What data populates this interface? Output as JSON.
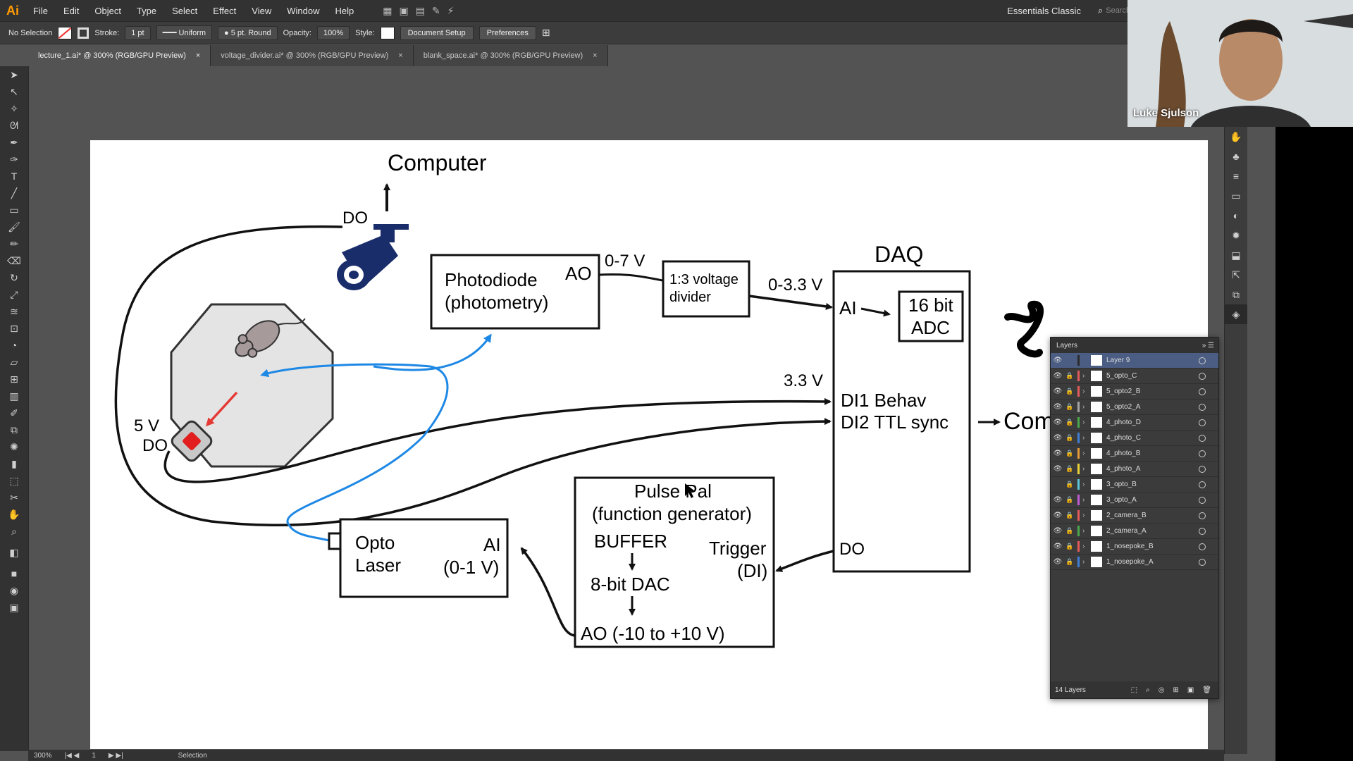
{
  "app": {
    "logo": "Ai"
  },
  "menu": [
    "File",
    "Edit",
    "Object",
    "Type",
    "Select",
    "Effect",
    "View",
    "Window",
    "Help"
  ],
  "workspace": {
    "name": "Essentials Classic",
    "search_placeholder": "Search Ad"
  },
  "control_bar": {
    "selection": "No Selection",
    "stroke_label": "Stroke:",
    "stroke_value": "1 pt",
    "profile": "Uniform",
    "brush": "5 pt. Round",
    "opacity_label": "Opacity:",
    "opacity_value": "100%",
    "style_label": "Style:",
    "doc_setup": "Document Setup",
    "preferences": "Preferences"
  },
  "tabs": [
    {
      "label": "lecture_1.ai* @ 300% (RGB/GPU Preview)",
      "active": true
    },
    {
      "label": "voltage_divider.ai* @ 300% (RGB/GPU Preview)",
      "active": false
    },
    {
      "label": "blank_space.ai* @ 300% (RGB/GPU Preview)",
      "active": false
    }
  ],
  "diagram": {
    "computer": "Computer",
    "do_top": "DO",
    "photodiode_l1": "Photodiode",
    "photodiode_l2": "(photometry)",
    "ao": "AO",
    "v07": "0-7 V",
    "divider_l1": "1:3 voltage",
    "divider_l2": "divider",
    "v033": "0-3.3 V",
    "daq": "DAQ",
    "ai": "AI",
    "adc_l1": "16 bit",
    "adc_l2": "ADC",
    "v33": "3.3 V",
    "di1": "DI1 Behav",
    "di2": "DI2 TTL sync",
    "com": "Com",
    "v5": "5 V",
    "do_left": "DO",
    "pulsepal_l1": "Pulse Pal",
    "pulsepal_l2": "(function generator)",
    "buffer": "BUFFER",
    "dac": "8-bit DAC",
    "ao_range": "AO (-10 to +10 V)",
    "trigger_l1": "Trigger",
    "trigger_l2": "(DI)",
    "do_daq": "DO",
    "opto_l1": "Opto",
    "opto_l2": "Laser",
    "ai_opto": "AI",
    "opto_range": "(0-1 V)"
  },
  "layers_panel": {
    "title": "Layers",
    "count": "14 Layers",
    "items": [
      {
        "name": "Layer 9",
        "color": "#2a2a2a",
        "selected": true,
        "visible": true,
        "locked": false
      },
      {
        "name": "5_opto_C",
        "color": "#e35b5b",
        "selected": false,
        "visible": true,
        "locked": true
      },
      {
        "name": "5_opto2_B",
        "color": "#e35b5b",
        "selected": false,
        "visible": true,
        "locked": true
      },
      {
        "name": "5_opto2_A",
        "color": "#a5a5a5",
        "selected": false,
        "visible": true,
        "locked": true
      },
      {
        "name": "4_photo_D",
        "color": "#4aa84a",
        "selected": false,
        "visible": true,
        "locked": true
      },
      {
        "name": "4_photo_C",
        "color": "#3f7fd6",
        "selected": false,
        "visible": true,
        "locked": true
      },
      {
        "name": "4_photo_B",
        "color": "#e39a3a",
        "selected": false,
        "visible": true,
        "locked": true
      },
      {
        "name": "4_photo_A",
        "color": "#e8d23a",
        "selected": false,
        "visible": true,
        "locked": true
      },
      {
        "name": "3_opto_B",
        "color": "#5bc6d6",
        "selected": false,
        "visible": false,
        "locked": true
      },
      {
        "name": "3_opto_A",
        "color": "#c05bd6",
        "selected": false,
        "visible": true,
        "locked": true
      },
      {
        "name": "2_camera_B",
        "color": "#e35b5b",
        "selected": false,
        "visible": true,
        "locked": true
      },
      {
        "name": "2_camera_A",
        "color": "#4aa84a",
        "selected": false,
        "visible": true,
        "locked": true
      },
      {
        "name": "1_nosepoke_B",
        "color": "#e35b5b",
        "selected": false,
        "visible": true,
        "locked": true
      },
      {
        "name": "1_nosepoke_A",
        "color": "#3f7fd6",
        "selected": false,
        "visible": true,
        "locked": true
      }
    ]
  },
  "video": {
    "name": "Luke Sjulson"
  },
  "status": {
    "zoom": "300%",
    "page": "1",
    "tool": "Selection"
  }
}
